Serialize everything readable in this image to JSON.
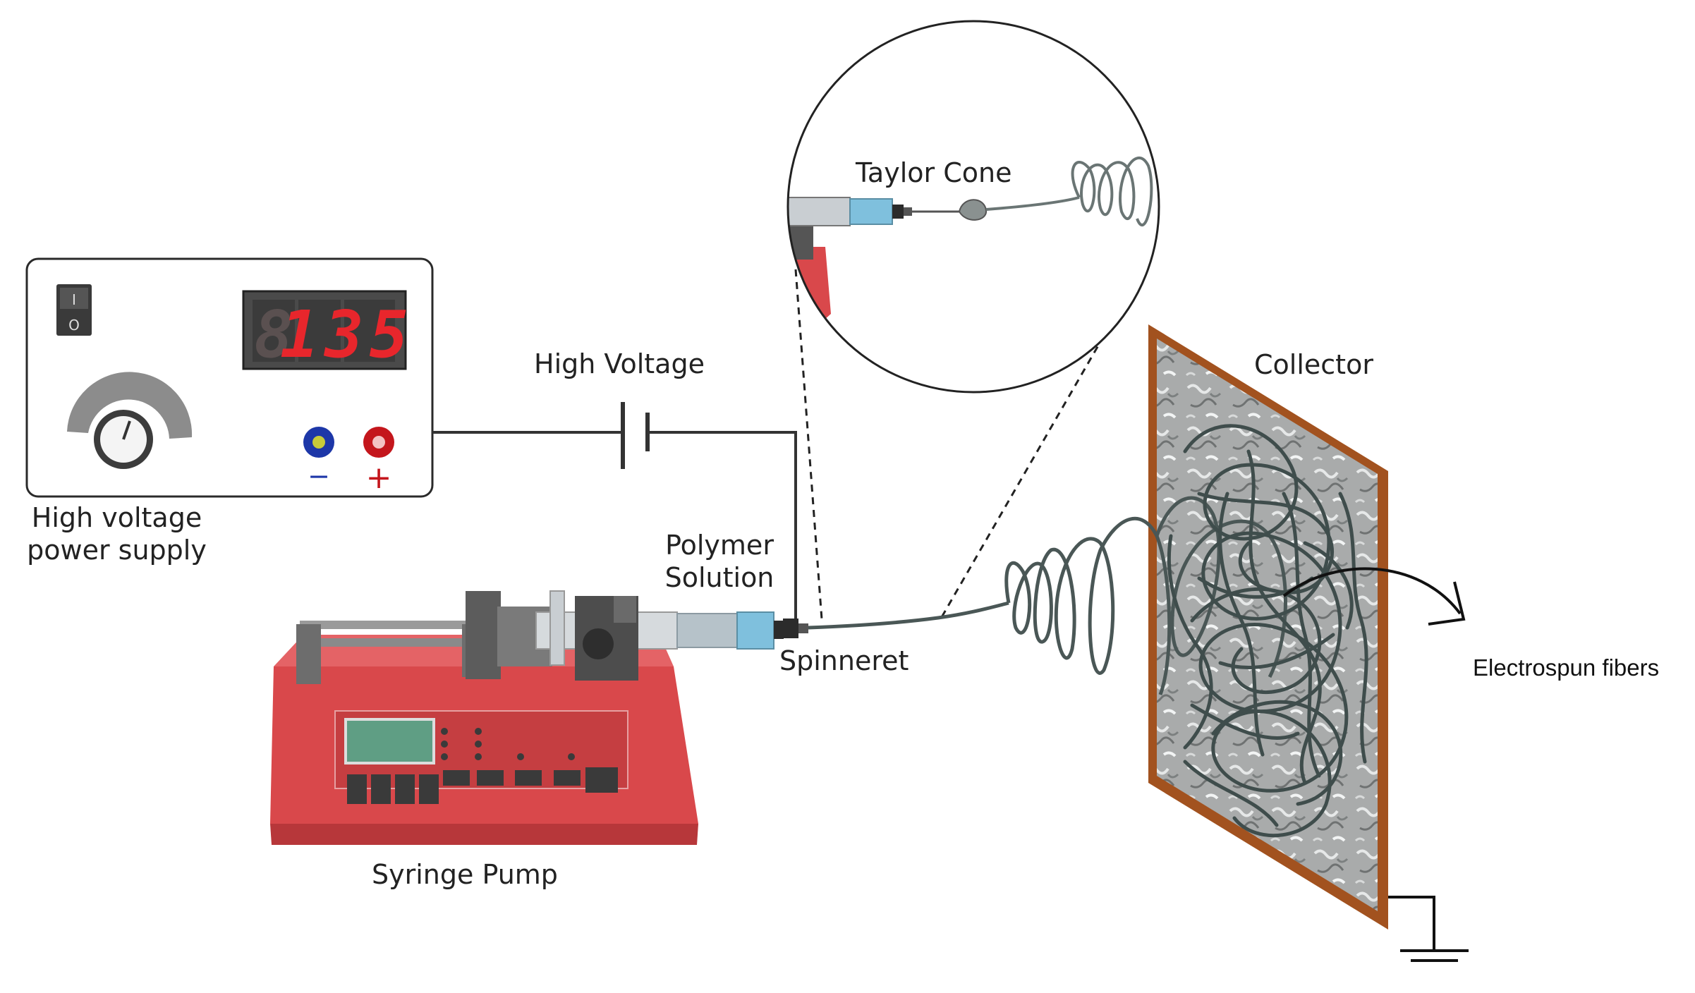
{
  "labels": {
    "power_supply_line1": "High voltage",
    "power_supply_line2": "power supply",
    "high_voltage": "High Voltage",
    "polymer_line1": "Polymer",
    "polymer_line2": "Solution",
    "spinneret": "Spinneret",
    "taylor_cone": "Taylor Cone",
    "collector": "Collector",
    "syringe_pump": "Syringe Pump",
    "electrospun_fibers": "Electrospun fibers"
  },
  "power_supply": {
    "display_value": "135",
    "terminal_negative": "−",
    "terminal_positive": "+",
    "switch_on": "I",
    "switch_off": "O"
  },
  "colors": {
    "display_digits": "#e8262c",
    "pump_body": "#d9484b",
    "collector_frame": "#a2521f",
    "fiber": "#4a5756",
    "syringe_liquid": "#7fc0dd",
    "negative_terminal": "#1d37a8",
    "positive_terminal": "#c4161c"
  }
}
